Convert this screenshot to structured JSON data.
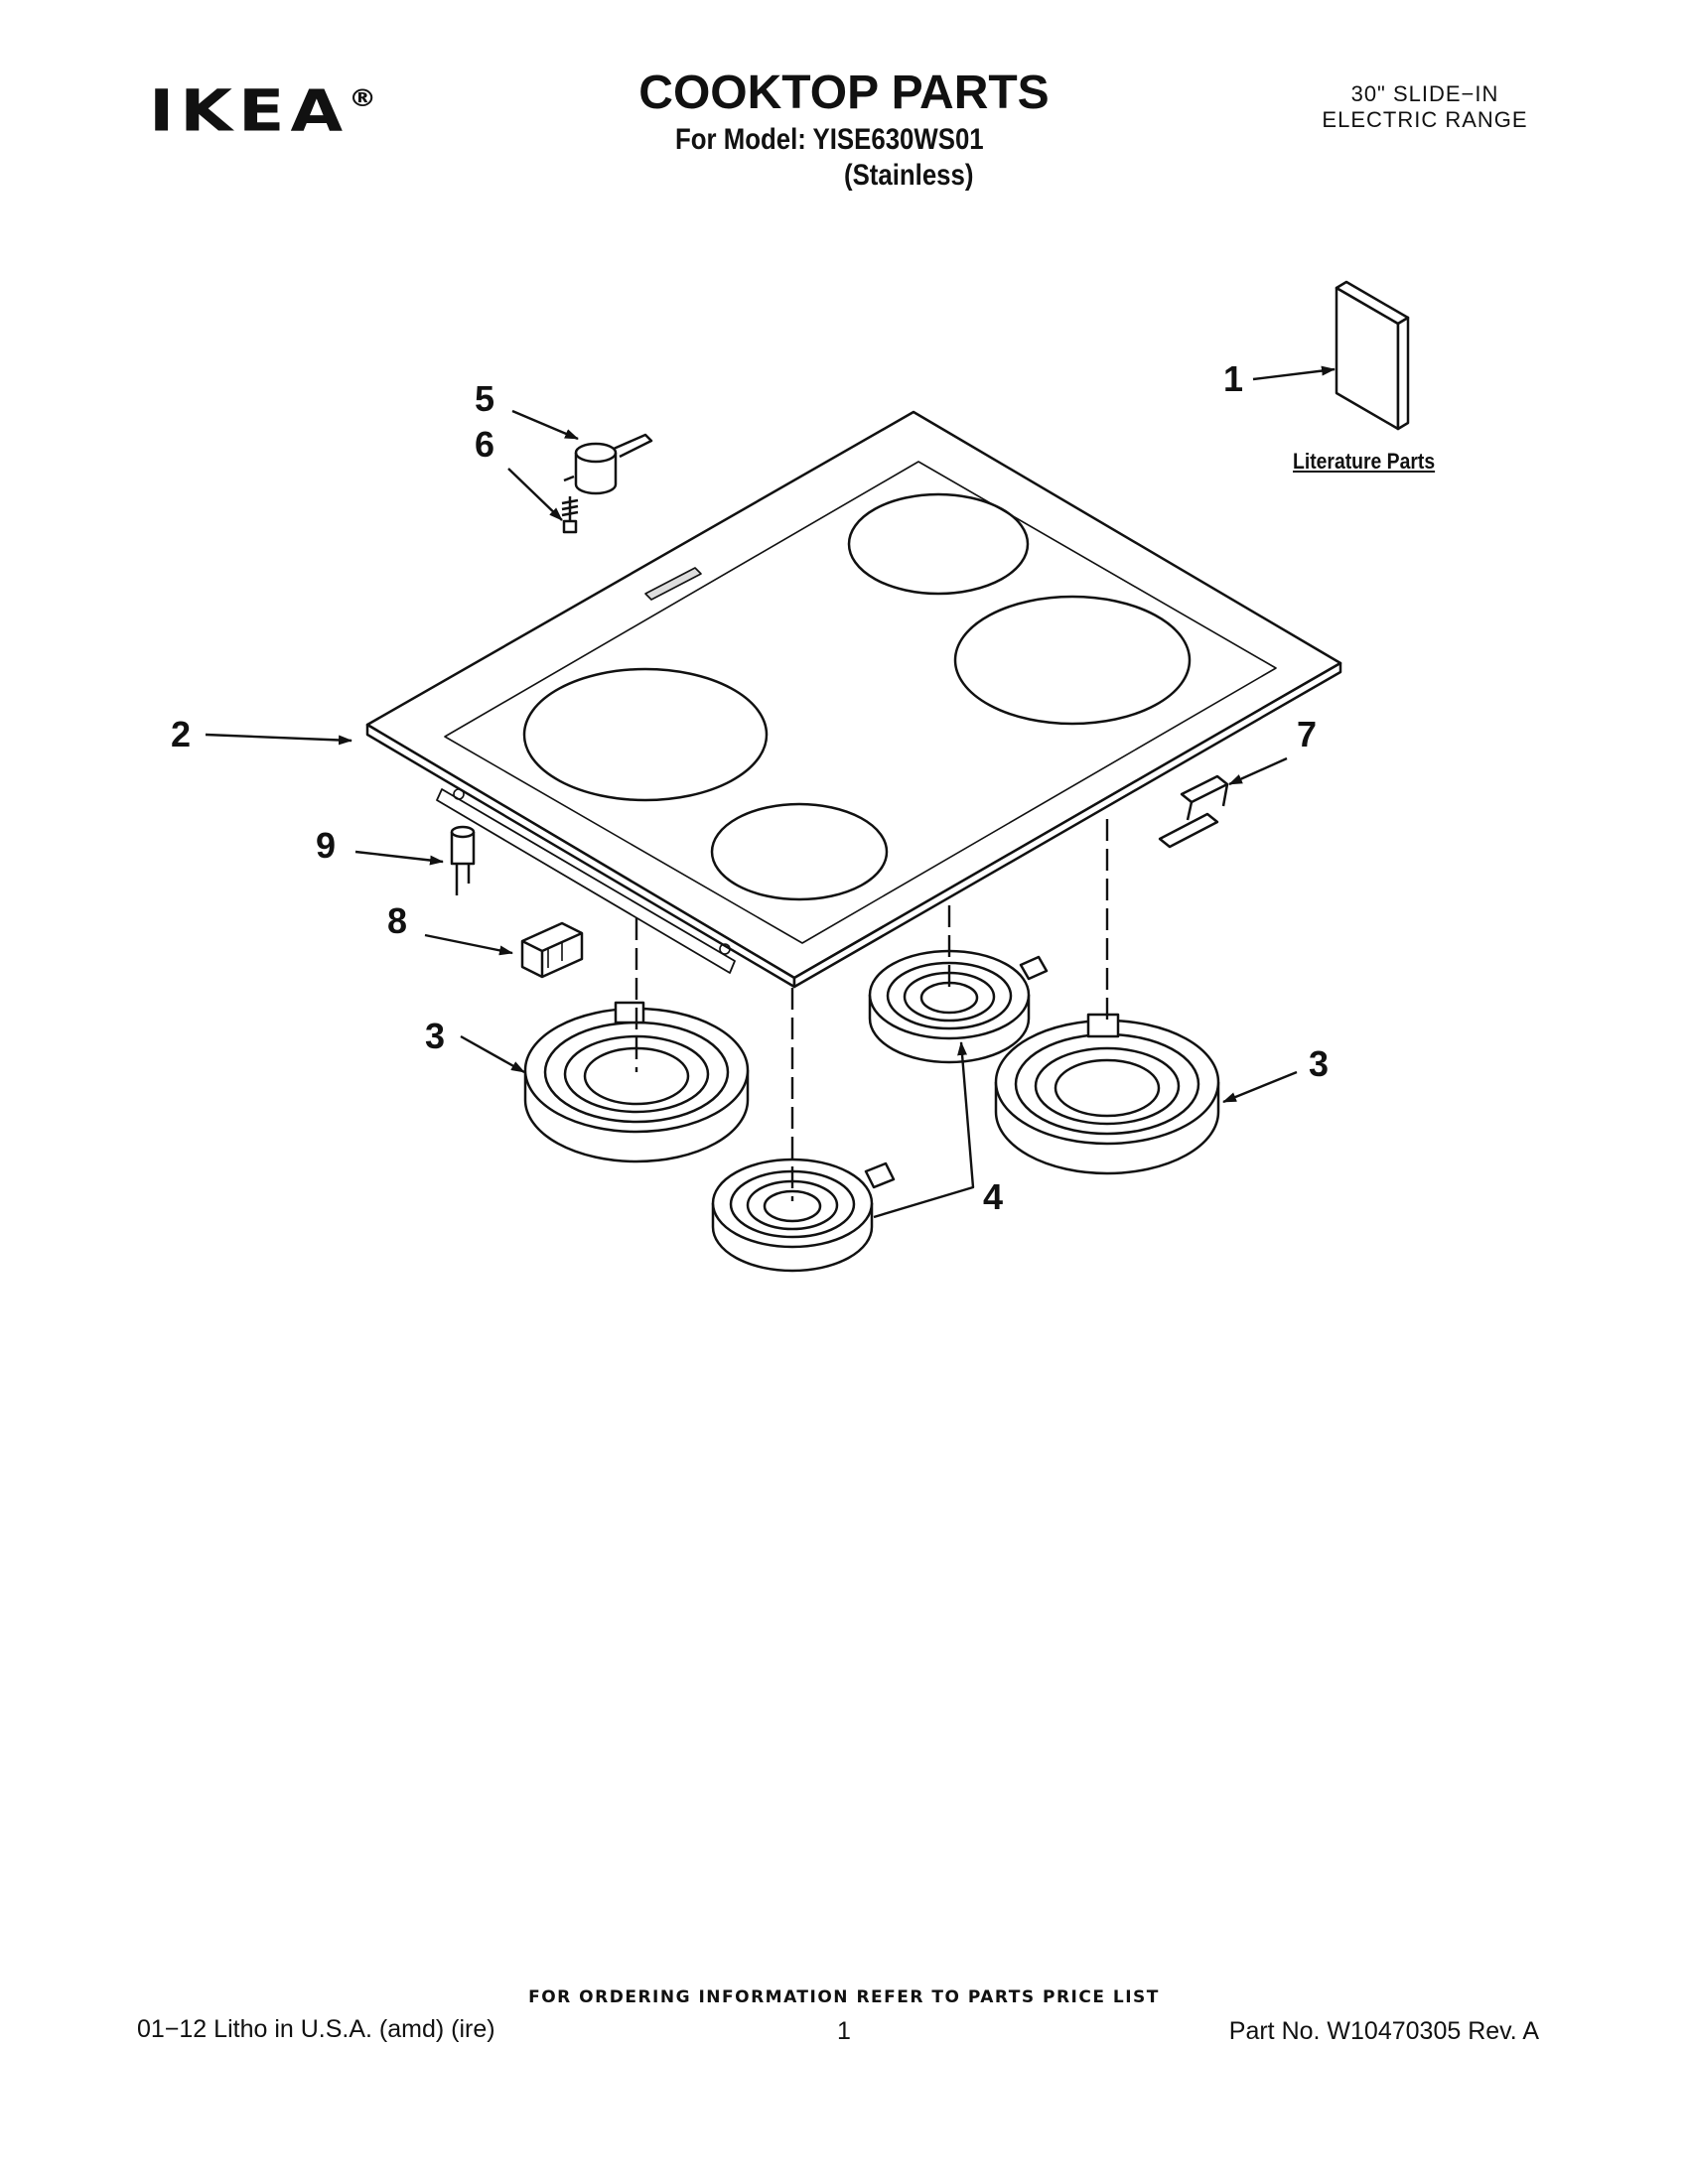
{
  "header": {
    "brand": "IKEA",
    "brand_mark": "®",
    "title": "COOKTOP PARTS",
    "model_line": "For Model: YISE630WS01",
    "variant_line": "(Stainless)",
    "range_line1": "30\" SLIDE−IN",
    "range_line2": "ELECTRIC RANGE"
  },
  "diagram": {
    "callouts": [
      "1",
      "2",
      "3",
      "3",
      "4",
      "5",
      "6",
      "7",
      "8",
      "9"
    ],
    "literature_label": "Literature Parts"
  },
  "footer": {
    "ordering_note": "FOR ORDERING INFORMATION REFER TO PARTS PRICE LIST",
    "litho": "01−12  Litho in U.S.A. (amd) (ire)",
    "page_number": "1",
    "part_number": "Part No. W10470305 Rev. A"
  }
}
